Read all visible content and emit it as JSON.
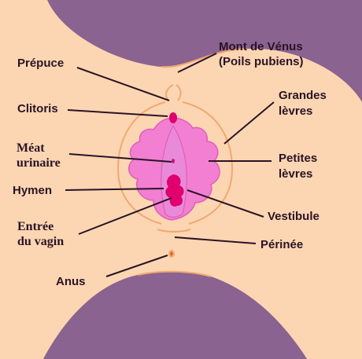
{
  "colors": {
    "frame": "#8a6390",
    "skin": "#fcd6b2",
    "outline": "#f2a870",
    "labia_minora": "#f27fd2",
    "vestibule": "#e05fb8",
    "opening": "#e0006e",
    "leader": "#2a1326"
  },
  "labels": {
    "mont_venus": "Mont de Vénus",
    "mont_venus_sub": "(Poils pubiens)",
    "prepuce": "Prépuce",
    "clitoris": "Clitoris",
    "meat_line1": "Méat",
    "meat_line2": "urinaire",
    "hymen": "Hymen",
    "vagin_line1": "Entrée",
    "vagin_line2": "du vagin",
    "anus": "Anus",
    "grandes_line1": "Grandes",
    "grandes_line2": "lèvres",
    "petites_line1": "Petites",
    "petites_line2": "lèvres",
    "vestibule": "Vestibule",
    "perinee": "Périnée"
  }
}
